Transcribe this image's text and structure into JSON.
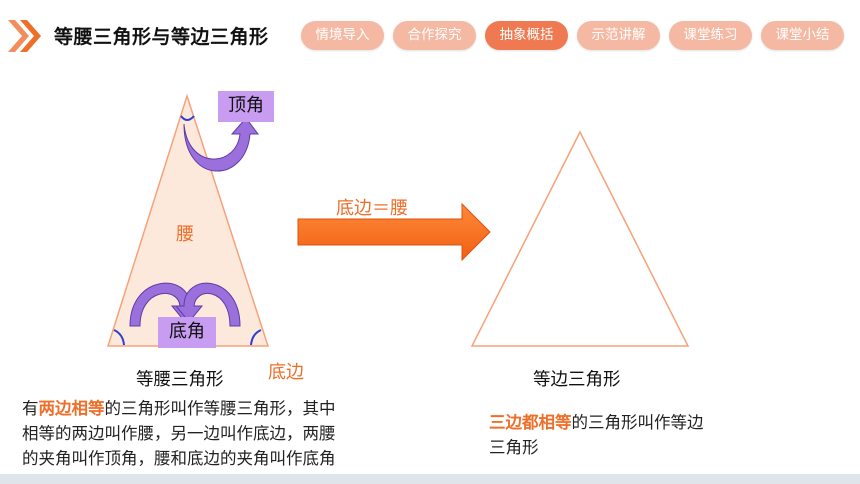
{
  "header": {
    "title": "等腰三角形与等边三角形",
    "tabs": [
      {
        "label": "情境导入",
        "active": false
      },
      {
        "label": "合作探究",
        "active": false
      },
      {
        "label": "抽象概括",
        "active": true
      },
      {
        "label": "示范讲解",
        "active": false
      },
      {
        "label": "课堂练习",
        "active": false
      },
      {
        "label": "课堂小结",
        "active": false
      }
    ]
  },
  "isosceles": {
    "apex_label": "顶角",
    "leg_label": "腰",
    "base_angle_label": "底角",
    "base_label": "底边",
    "caption": "等腰三角形",
    "definition": {
      "prefix": "有",
      "highlight": "两边相等",
      "rest_line1": "的三角形叫作等腰三角形，其中",
      "line2": "相等的两边叫作腰，另一边叫作底边，两腰",
      "line3": "的夹角叫作顶角，腰和底边的夹角叫作底角"
    }
  },
  "transition": {
    "label": "底边＝腰"
  },
  "equilateral": {
    "caption": "等边三角形",
    "definition": {
      "highlight": "三边都相等",
      "rest_line1": "的三角形叫作等边",
      "line2": "三角形"
    }
  },
  "colors": {
    "accent": "#ee6f2a",
    "tab_inactive": "#f5b8a3",
    "tab_active": "#ef7a52",
    "label_box": "#c79cf1",
    "triangle_fill": "#fde8dc",
    "triangle_stroke": "#f5a27a",
    "curved_arrow": "#8a63c9"
  }
}
